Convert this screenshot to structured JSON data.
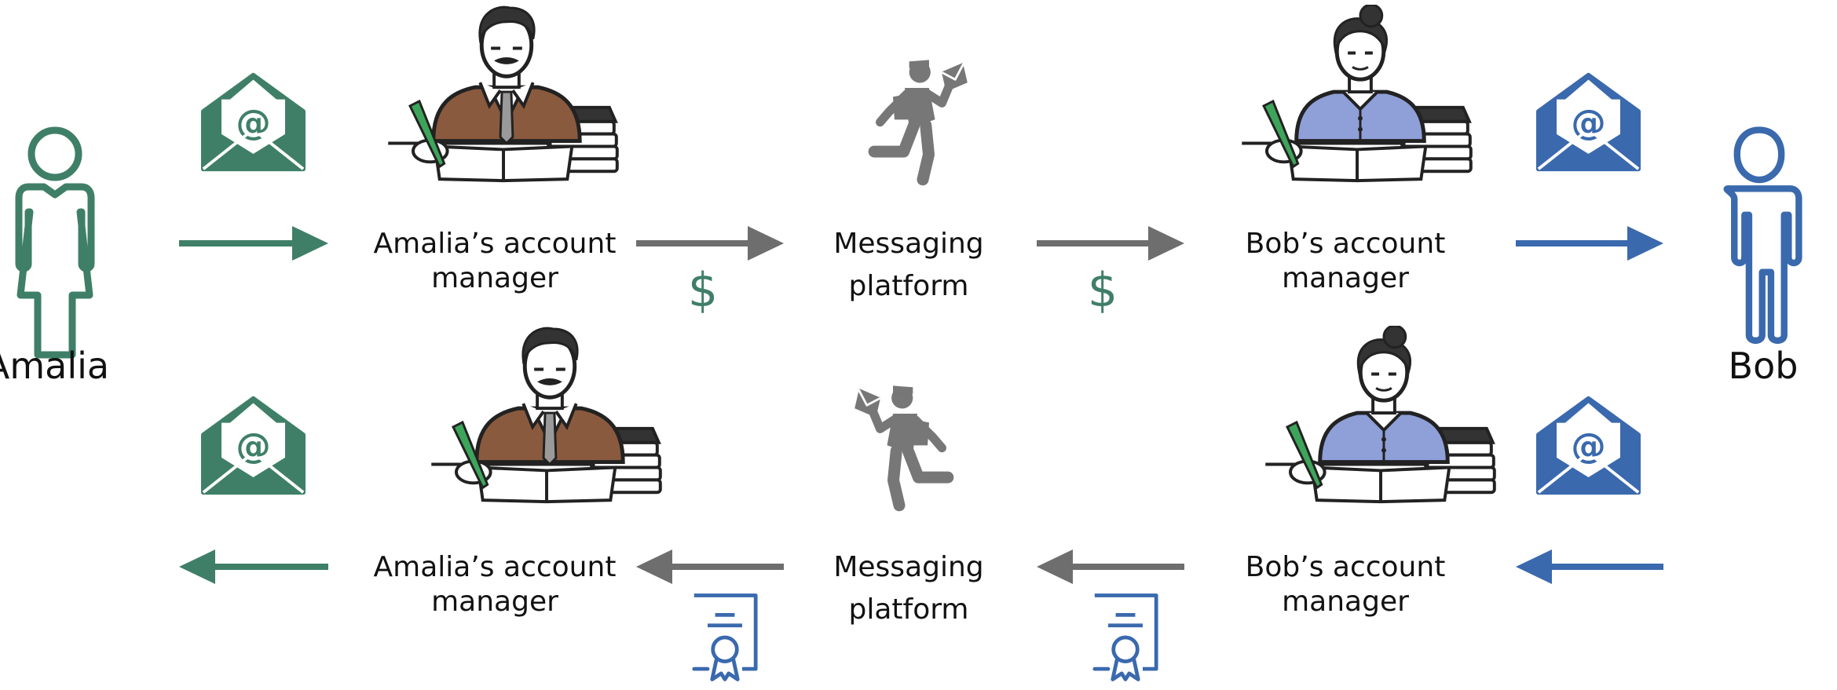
{
  "people": {
    "left": {
      "name": "Amalia",
      "color": "#3f7f68"
    },
    "right": {
      "name": "Bob",
      "color": "#3a69ad"
    }
  },
  "top_row": {
    "left_manager": {
      "line1": "Amalia’s account",
      "line2": "manager"
    },
    "platform": {
      "line1": "Messaging",
      "line2": "platform"
    },
    "right_manager": {
      "line1": "Bob’s account",
      "line2": "manager"
    },
    "payment_symbol_1": "$",
    "payment_symbol_2": "$"
  },
  "bottom_row": {
    "left_manager": {
      "line1": "Amalia’s account",
      "line2": "manager"
    },
    "platform": {
      "line1": "Messaging",
      "line2": "platform"
    },
    "right_manager": {
      "line1": "Bob’s account",
      "line2": "manager"
    }
  },
  "icons": {
    "email": "email-envelope-icon",
    "manager_male": "male-account-manager-icon",
    "manager_female": "female-account-manager-icon",
    "courier": "running-courier-icon",
    "receipt": "certificate-receipt-icon",
    "dollar": "dollar-icon"
  },
  "colors": {
    "green": "#3f7f68",
    "blue": "#3a69ad",
    "gray_arrow": "#6e6e6e",
    "courier_gray": "#777777",
    "dollar_green": "#3f7f68"
  }
}
